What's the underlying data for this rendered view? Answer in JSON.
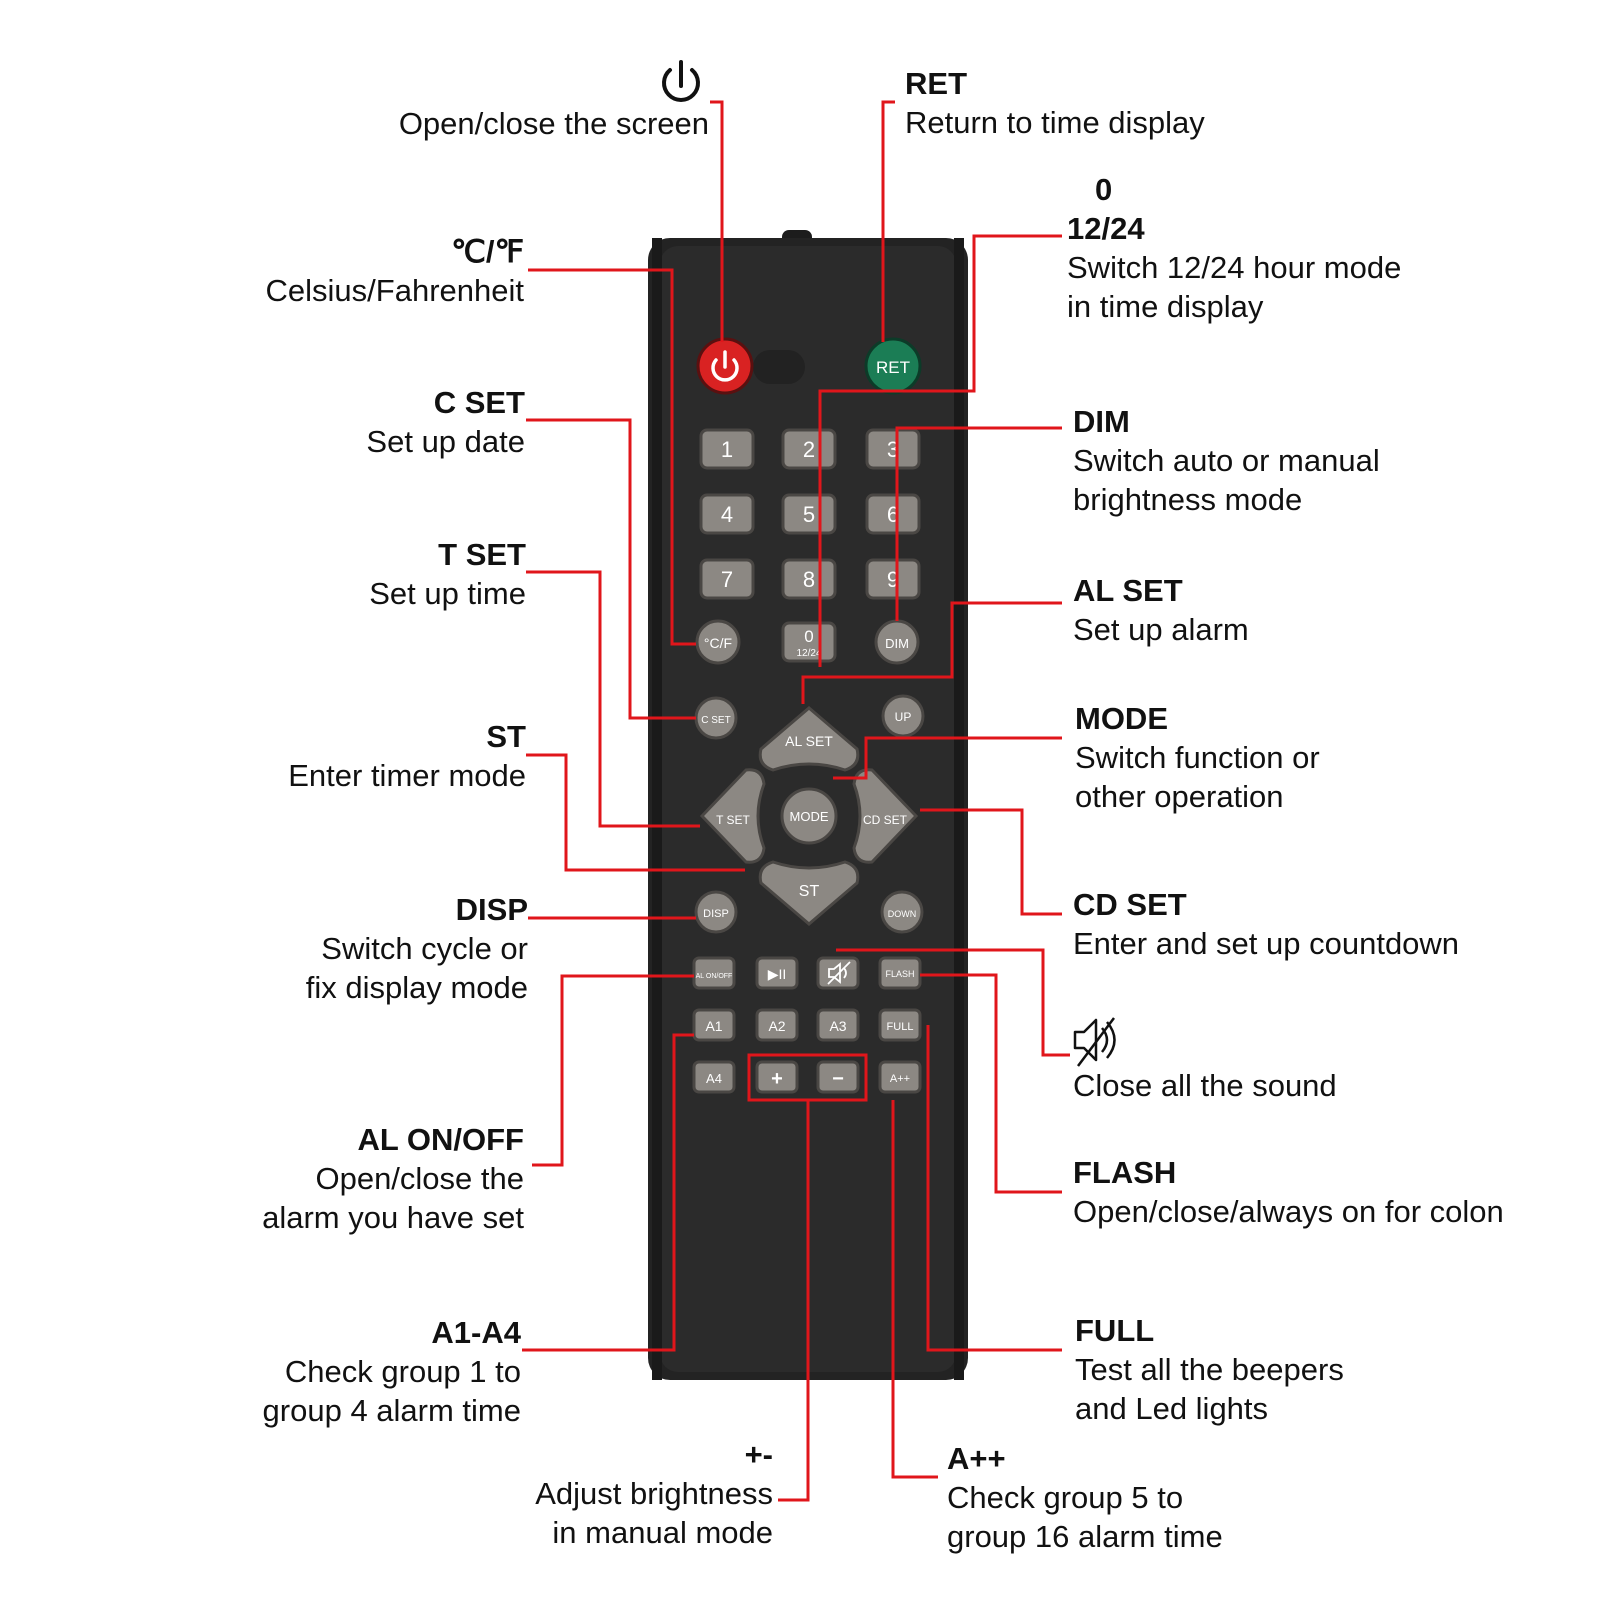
{
  "colors": {
    "leader": "#e0161b",
    "remote_body": "#262626",
    "key_grey": "#8c8883",
    "power_key": "#d92222",
    "ret_key": "#1b7d55"
  },
  "callouts": {
    "power": {
      "title_icon": "power-icon",
      "desc": "Open/close the screen"
    },
    "ret": {
      "title": "RET",
      "desc": "Return to time display"
    },
    "zero": {
      "title1": "0",
      "title2": "12/24",
      "desc1": "Switch 12/24 hour mode",
      "desc2": "in time display"
    },
    "cf": {
      "title": "℃/℉",
      "desc": "Celsius/Fahrenheit"
    },
    "cset": {
      "title": "C SET",
      "desc": "Set up date"
    },
    "dim": {
      "title": "DIM",
      "desc1": "Switch auto or manual",
      "desc2": "brightness mode"
    },
    "tset": {
      "title": "T SET",
      "desc": "Set up time"
    },
    "alset": {
      "title": "AL SET",
      "desc": "Set up alarm"
    },
    "st": {
      "title": "ST",
      "desc": "Enter timer mode"
    },
    "mode": {
      "title": "MODE",
      "desc1": "Switch function or",
      "desc2": "other operation"
    },
    "cdset": {
      "title": "CD SET",
      "desc": "Enter and set up countdown"
    },
    "disp": {
      "title": "DISP",
      "desc1": "Switch cycle or",
      "desc2": "fix display mode"
    },
    "mute": {
      "title_icon": "mute-icon",
      "desc": "Close all the sound"
    },
    "alonoff": {
      "title": "AL ON/OFF",
      "desc1": "Open/close the",
      "desc2": "alarm you have set"
    },
    "flash": {
      "title": "FLASH",
      "desc": "Open/close/always on for colon"
    },
    "a1a4": {
      "title": "A1-A4",
      "desc1": "Check group 1 to",
      "desc2": "group 4 alarm time"
    },
    "full": {
      "title": "FULL",
      "desc1": "Test all the beepers",
      "desc2": "and Led lights"
    },
    "plusminus": {
      "title": "+-",
      "desc1": "Adjust brightness",
      "desc2": "in manual mode"
    },
    "aplus": {
      "title": "A++",
      "desc1": "Check group 5 to",
      "desc2": "group 16 alarm time"
    }
  },
  "remote": {
    "keys": {
      "ret": "RET",
      "digits": [
        "1",
        "2",
        "3",
        "4",
        "5",
        "6",
        "7",
        "8",
        "9"
      ],
      "cf": "°C/F",
      "zero": "0",
      "zero_sub": "12/24",
      "dim": "DIM",
      "cset": "C SET",
      "up": "UP",
      "alset": "AL SET",
      "tset": "T SET",
      "mode": "MODE",
      "cdset": "CD SET",
      "st": "ST",
      "disp": "DISP",
      "down": "DOWN",
      "alonoff": "AL ON/OFF",
      "playpause": "▶II",
      "flash": "FLASH",
      "a1": "A1",
      "a2": "A2",
      "a3": "A3",
      "full": "FULL",
      "a4": "A4",
      "plus": "+",
      "minus": "−",
      "aplus": "A++"
    }
  }
}
